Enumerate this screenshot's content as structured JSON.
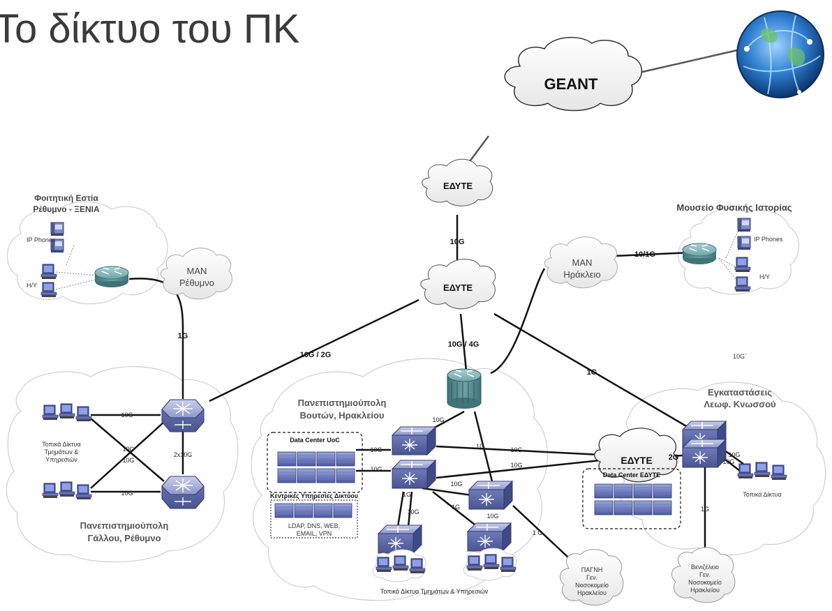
{
  "title": "Το δίκτυο του ΠΚ",
  "clouds": {
    "geant": "GEANT",
    "edyte_top": "ΕΔΥΤΕ",
    "edyte_main": "ΕΔΥΤΕ",
    "edyte_knossos": "ΕΔΥΤΕ",
    "man_rethymno": [
      "MAN",
      "Ρέθυμνο"
    ],
    "man_heraklion": [
      "MAN",
      "Ηράκλειο"
    ],
    "pagni": [
      "ΠΑΓΝΗ",
      "Γεν.",
      "Νοσοκομείο",
      "Ηρακλείου"
    ],
    "venizeleio": [
      "Βενιζέλειο",
      "Γεν.",
      "Νοσοκομείο",
      "Ηρακλείου"
    ]
  },
  "sites": {
    "xenia_title": [
      "Φοιτητική Εστία",
      "Ρέθυμνο - ΞΕΝΙΑ"
    ],
    "xenia_phones": "IP Phones",
    "xenia_pc": "Η/Υ",
    "museum_title": "Μουσείο Φυσικής Ιστορίας",
    "museum_phones": "IP Phones",
    "museum_pc": "Η/Υ",
    "gallou_title": [
      "Πανεπιστημιούπολη",
      "Γάλλου, Ρέθυμνο"
    ],
    "gallou_lans": [
      "Τοπικά Δίκτυα",
      "Τμημάτων &",
      "Υπηρεσιών"
    ],
    "vouton_title": [
      "Πανεπιστημιούπολη",
      "Βουτών, Ηρακλείου"
    ],
    "dc_uoc": "Data Center UoC",
    "core_services": "Κεντρικές Υπηρεσίες Δικτύου",
    "core_services_list": [
      "LDAP, DNS, WEB,",
      "EMAIL, VPN"
    ],
    "vouton_lans": "Τοπικά Δίκτυα Τμημάτων & Υπηρεσιών",
    "knossos_title": [
      "Εγκαταστάσεις",
      "Λεωφ. Κνωσσού"
    ],
    "dc_edyte": "Data Center ΕΔΥΤΕ",
    "knossos_lans": "Τοπικά Δίκτυα"
  },
  "links": {
    "edyte_edyte": "10G",
    "man_her_museum": "10/1G",
    "rethymno_xenia": "1G",
    "gallou_edyte": "10G / 2G",
    "edyte_vouton": "10G / 4G",
    "edyte_knossos": "1G",
    "stray": "10G`",
    "g_pc1": "10G",
    "g_cross1": "10G",
    "g_cross2": "10G",
    "g_switch": "2x10G",
    "g_pc2": "10G",
    "v_router_sw": "10G",
    "v_dc1": "10G",
    "v_dc2": "10G",
    "v_router_edyte": "1G",
    "v_sw_edyte1": "10G",
    "v_sw_edyte2": "10G",
    "v_sw_dist": "10G",
    "v_1g_a": "1G",
    "v_10g_a": "10G",
    "v_1g_b": "1G",
    "v_10g_b": "10G",
    "v_pagni": "1 G",
    "k_edyte_sw": "2G",
    "k_pc1": "10G",
    "k_pc2": "10G",
    "k_venizeleio": "1G"
  }
}
